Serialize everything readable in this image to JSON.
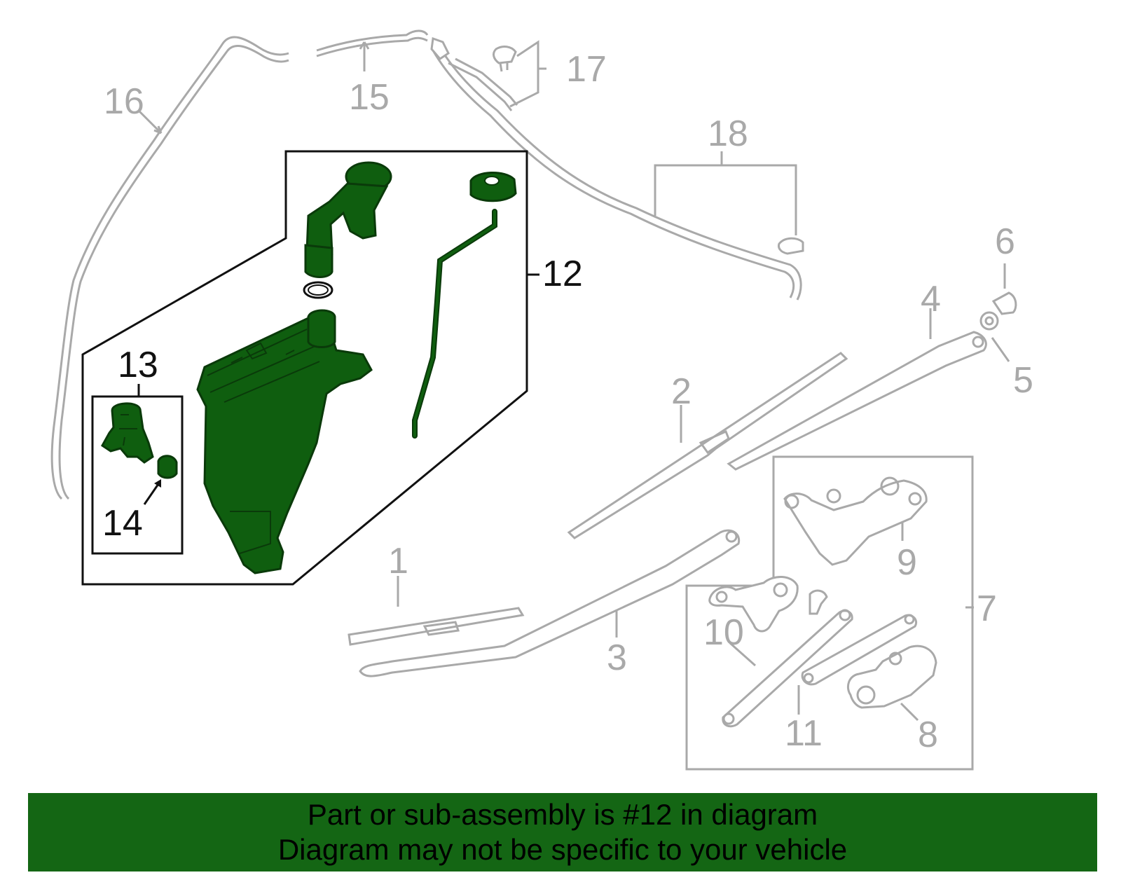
{
  "colors": {
    "highlight_part": "#0f5e0f",
    "banner_background": "#146614",
    "other_parts": "#a9a9a9",
    "highlight_callout": "#111111"
  },
  "callouts": {
    "c1": "1",
    "c2": "2",
    "c3": "3",
    "c4": "4",
    "c5": "5",
    "c6": "6",
    "c7": "7",
    "c8": "8",
    "c9": "9",
    "c10": "10",
    "c11": "11",
    "c12": "12",
    "c13": "13",
    "c14": "14",
    "c15": "15",
    "c16": "16",
    "c17": "17",
    "c18": "18"
  },
  "highlighted_callout": "12",
  "banner": {
    "line1": "Part or sub-assembly is #12 in diagram",
    "line2": "Diagram may not be specific to your vehicle"
  }
}
